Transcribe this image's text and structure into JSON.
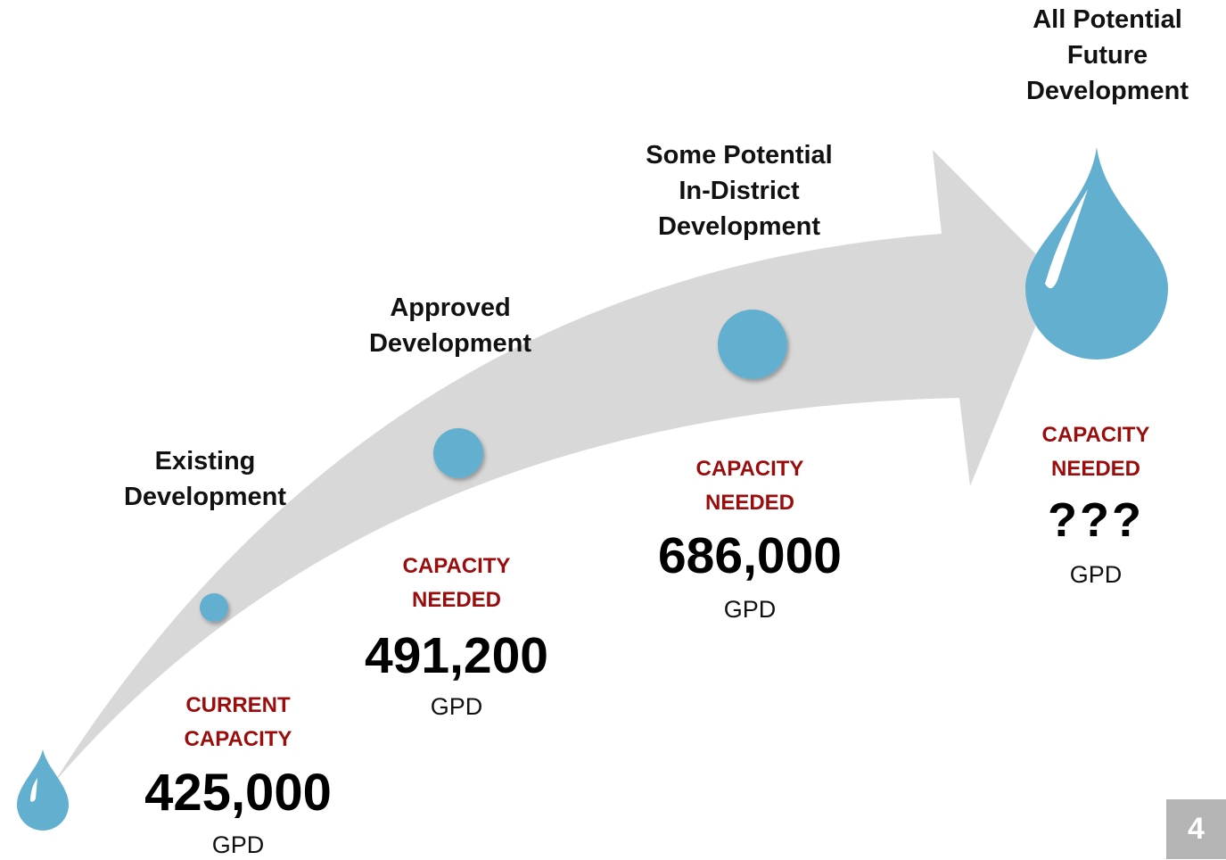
{
  "stages": [
    {
      "title": "Existing\nDevelopment",
      "capacity_label": "CURRENT\nCAPACITY",
      "capacity_value": "425,000",
      "unit": "GPD"
    },
    {
      "title": "Approved\nDevelopment",
      "capacity_label": "CAPACITY\nNEEDED",
      "capacity_value": "491,200",
      "unit": "GPD"
    },
    {
      "title": "Some Potential\nIn-District\nDevelopment",
      "capacity_label": "CAPACITY\nNEEDED",
      "capacity_value": "686,000",
      "unit": "GPD"
    },
    {
      "title": "All Potential\nFuture\nDevelopment",
      "capacity_label": "CAPACITY\nNEEDED",
      "capacity_value": "???",
      "unit": "GPD"
    }
  ],
  "page_number": "4",
  "colors": {
    "arrow": "#d8d8d8",
    "water": "#63afcf",
    "label_red": "#9b0d0d"
  }
}
